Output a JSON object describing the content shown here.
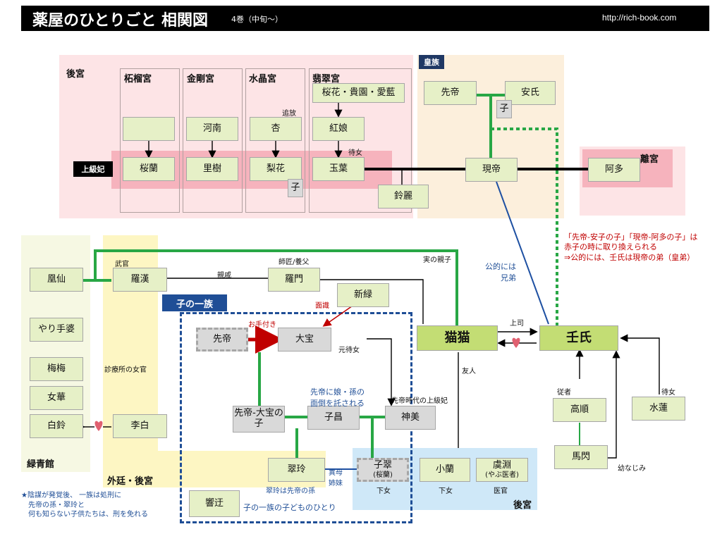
{
  "header": {
    "title": "薬屋のひとりごと 相関図",
    "subtitle": "4巻（中旬〜）",
    "url": "http://rich-book.com"
  },
  "regions": {
    "kokyu_top": "後宮",
    "koyu": "皇族",
    "rikyu": "離宮",
    "jokyuhi": "上級妃",
    "ko_no_ichizoku": "子の一族",
    "rokusei": "緑青館",
    "gaitei": "外廷・後宮",
    "kokyu_bottom": "後宮"
  },
  "palaces": {
    "sakuro": "柘榴宮",
    "kongo": "金剛宮",
    "suisho": "水晶宮",
    "hisui": "翡翠宮"
  },
  "people": {
    "hisui_maids": "桜花・貴園・愛藍",
    "konan": "河南",
    "kyo": "杏",
    "konyan": "紅娘",
    "ouran": "桜蘭",
    "riju": "里樹",
    "rika": "梨花",
    "gyokuyou": "玉葉",
    "ko1": "子",
    "rinrei": "鈴麗",
    "sentei": "先帝",
    "anshi": "安氏",
    "ko2": "子",
    "gentei": "現帝",
    "ata": "阿多",
    "fuusen": "凰仙",
    "rakan": "羅漢",
    "ramon": "羅門",
    "shinryoku": "新緑",
    "yarite": "やり手婆",
    "meimei": "梅梅",
    "joka": "女華",
    "paiRin": "白鈴",
    "rihaku": "李白",
    "sentei2": "先帝",
    "taiho": "大宝",
    "sentei_taiho_child": "先帝-大宝の子",
    "shisho": "子昌",
    "shinbi": "神美",
    "suirei": "翠玲",
    "shisui": "子翠",
    "shisui_alias": "(桜蘭)",
    "kyoukyou": "響迂",
    "maomao": "猫猫",
    "jinshi": "壬氏",
    "shoran": "小蘭",
    "gyoen": "虞淵",
    "gyoen_note": "(やぶ医者)",
    "gaoshun": "高順",
    "suiren": "水蓮",
    "basen": "馬閃"
  },
  "labels": {
    "tsuiho": "追放",
    "jijo1": "待女",
    "bukan": "武官",
    "shisho_yofu": "師匠/養父",
    "jitsu_oyako": "実の親子",
    "shinseki": "親戚",
    "menshiki": "面識",
    "otetsuki": "お手付き",
    "moto_jijo": "元待女",
    "koteki_ani": "公的には\n兄弟",
    "joshi": "上司",
    "yujin": "友人",
    "shinryo_jo": "診療所の女官",
    "sentei_jidai": "先帝時代の上級妃",
    "musume_mago": "先帝に娘・孫の\n面倒を託される",
    "suirei_note": "翠玲は先帝の孫",
    "ibo": "異母\n姉妹",
    "kajo": "下女",
    "ishi": "医官",
    "kajo2": "下女",
    "kyoukyou_note": "子の一族の子どものひとり",
    "jusha": "従者",
    "jijo2": "待女",
    "osananajimi": "幼なじみ",
    "note_red": "「先帝-安子の子」「現帝-阿多の子」は\n赤子の時に取り換えられる\n⇒公的には、壬氏は現帝の弟（皇弟）",
    "note_blue": "★陰謀が発覚後、 一族は処刑に\n　先帝の孫・翠玲と\n　何も知らない子供たちは、刑を免れる"
  },
  "colors": {
    "green": "#28a745",
    "blue_line": "#1e50a2",
    "red_arrow": "#c00000",
    "heart": "#e06070"
  }
}
